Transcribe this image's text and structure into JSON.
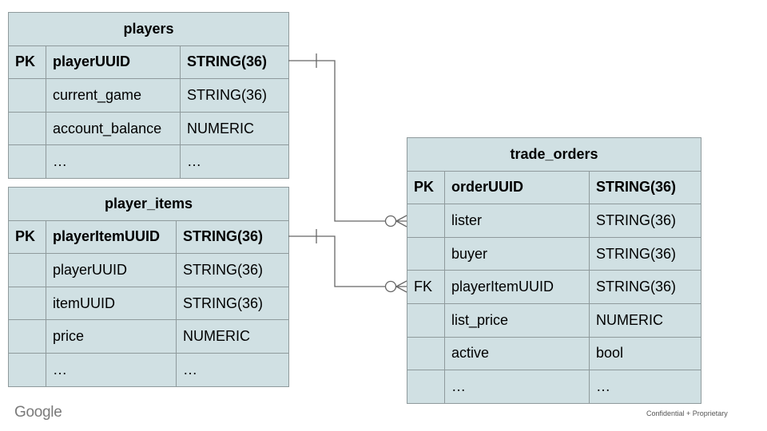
{
  "diagram": {
    "tables": {
      "players": {
        "name": "players",
        "rows": [
          {
            "key": "PK",
            "column": "playerUUID",
            "type": "STRING(36)"
          },
          {
            "key": "",
            "column": "current_game",
            "type": "STRING(36)"
          },
          {
            "key": "",
            "column": "account_balance",
            "type": "NUMERIC"
          },
          {
            "key": "",
            "column": "…",
            "type": "…"
          }
        ]
      },
      "player_items": {
        "name": "player_items",
        "rows": [
          {
            "key": "PK",
            "column": "playerItemUUID",
            "type": "STRING(36)"
          },
          {
            "key": "",
            "column": "playerUUID",
            "type": "STRING(36)"
          },
          {
            "key": "",
            "column": "itemUUID",
            "type": "STRING(36)"
          },
          {
            "key": "",
            "column": "price",
            "type": "NUMERIC"
          },
          {
            "key": "",
            "column": "…",
            "type": "…"
          }
        ]
      },
      "trade_orders": {
        "name": "trade_orders",
        "rows": [
          {
            "key": "PK",
            "column": "orderUUID",
            "type": "STRING(36)"
          },
          {
            "key": "",
            "column": "lister",
            "type": "STRING(36)"
          },
          {
            "key": "",
            "column": "buyer",
            "type": "STRING(36)"
          },
          {
            "key": "FK",
            "column": "playerItemUUID",
            "type": "STRING(36)"
          },
          {
            "key": "",
            "column": "list_price",
            "type": "NUMERIC"
          },
          {
            "key": "",
            "column": "active",
            "type": "bool"
          },
          {
            "key": "",
            "column": "…",
            "type": "…"
          }
        ]
      }
    },
    "relationships": [
      {
        "from": "players.playerUUID",
        "to": "trade_orders.lister",
        "from_cardinality": "one",
        "to_cardinality": "zero-or-many"
      },
      {
        "from": "player_items.playerItemUUID",
        "to": "trade_orders.playerItemUUID",
        "from_cardinality": "one",
        "to_cardinality": "zero-or-many"
      }
    ],
    "colors": {
      "table_fill": "#d0e0e3",
      "border": "#8f9a9c",
      "connector": "#666666"
    }
  },
  "footer": {
    "logo": "Google",
    "note": "Confidential + Proprietary"
  }
}
